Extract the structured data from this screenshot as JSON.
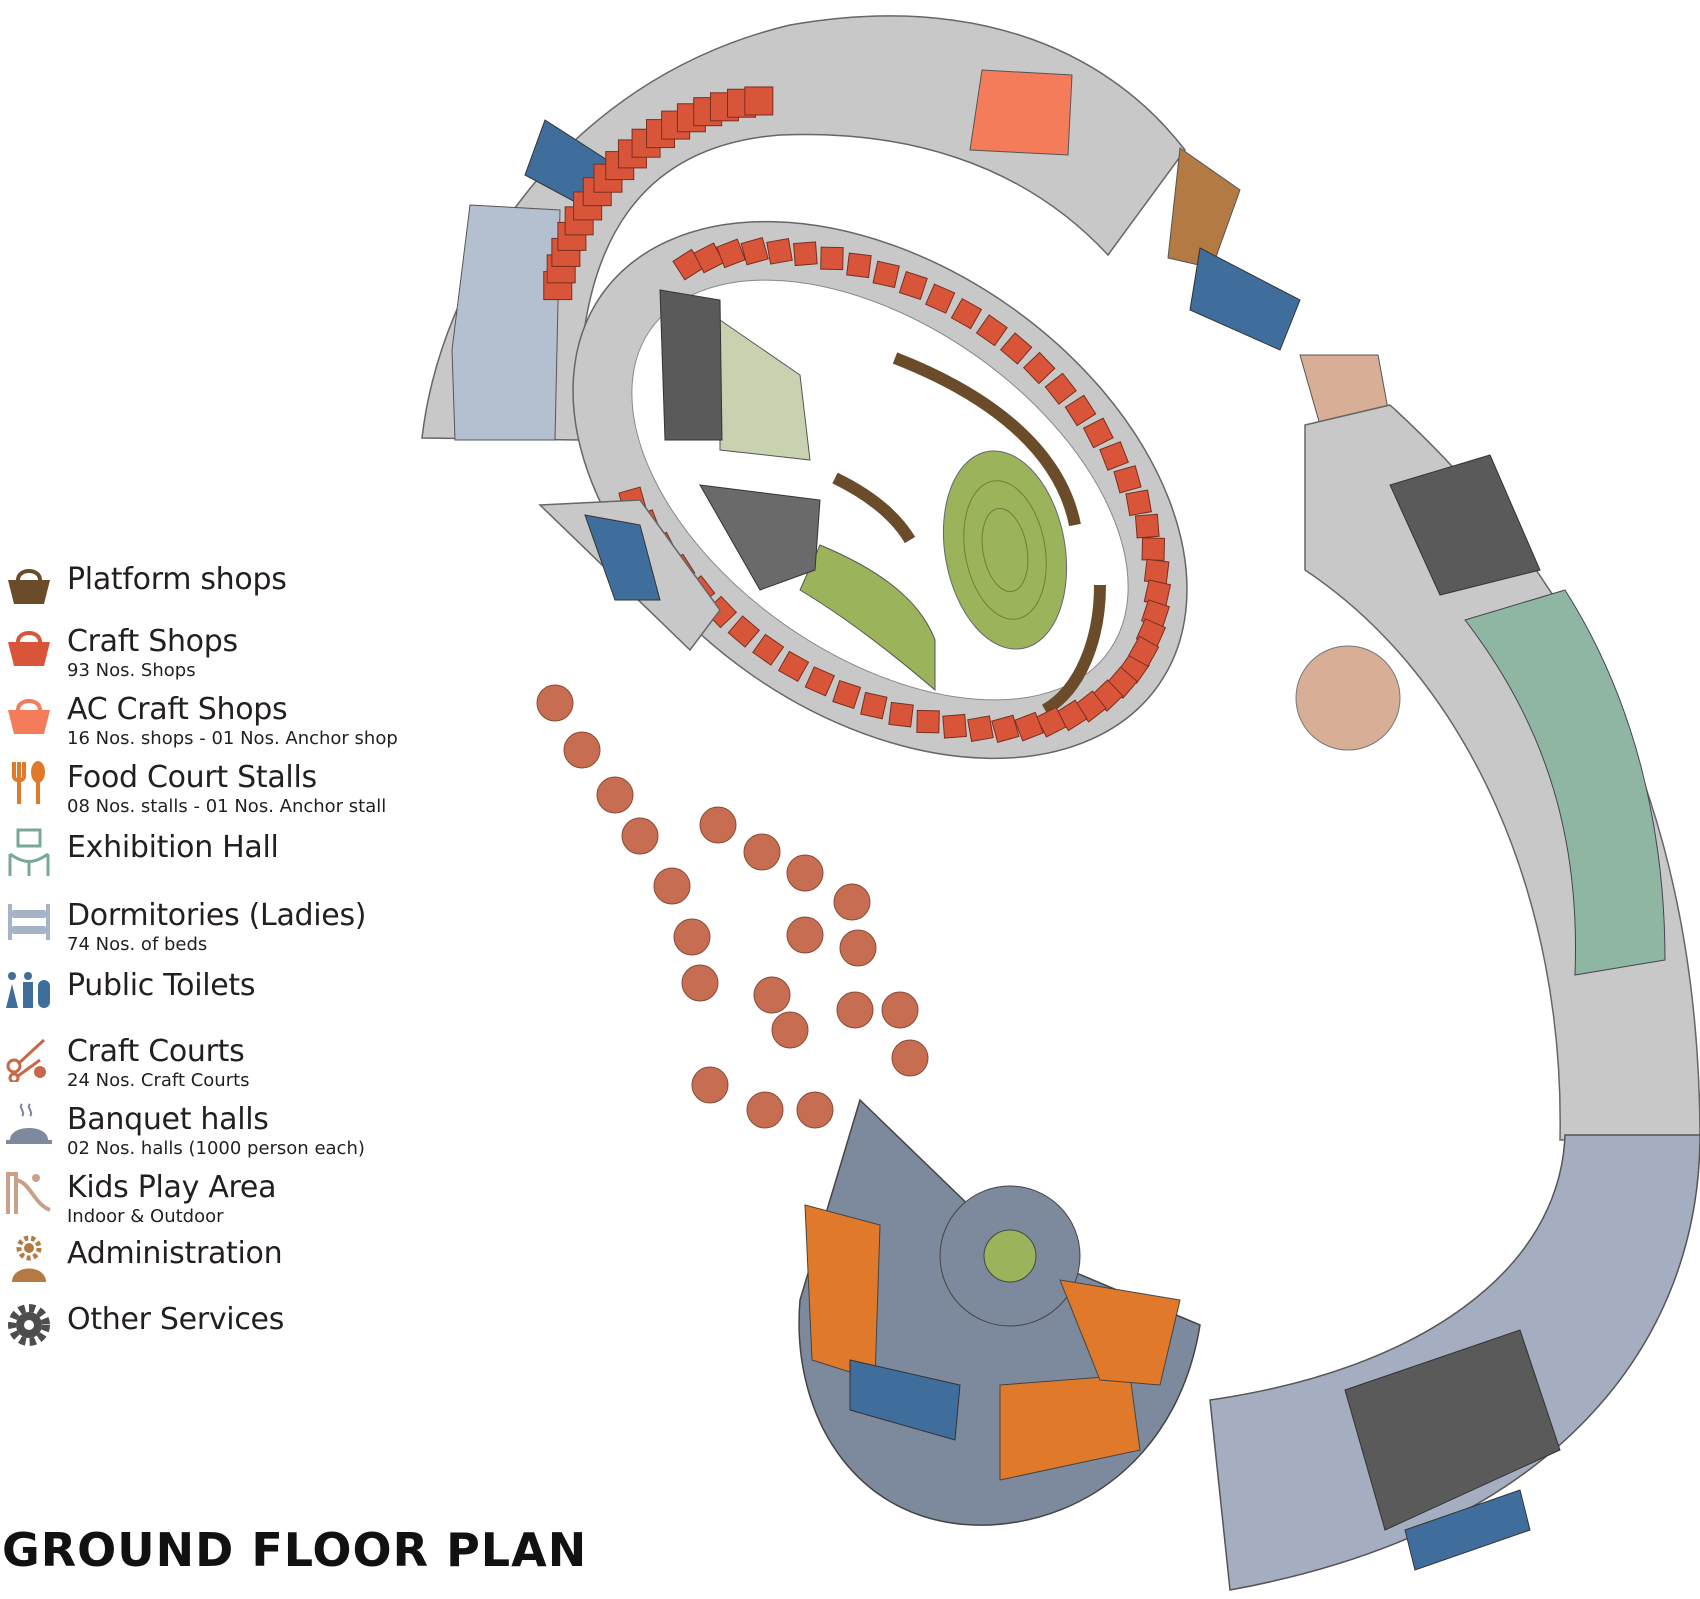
{
  "title": "GROUND FLOOR PLAN",
  "legend": [
    {
      "icon": "shopping-basket-icon",
      "title": "Platform shops",
      "subtitle": "",
      "color": "#6b4c2a"
    },
    {
      "icon": "shopping-basket-icon",
      "title": "Craft Shops",
      "subtitle": "93 Nos. Shops",
      "color": "#d9553a"
    },
    {
      "icon": "shopping-basket-icon",
      "title": "AC Craft Shops",
      "subtitle": "16 Nos. shops - 01 Nos. Anchor shop",
      "color": "#f47c5a"
    },
    {
      "icon": "fork-spoon-icon",
      "title": "Food Court Stalls",
      "subtitle": "08 Nos. stalls - 01 Nos. Anchor stall",
      "color": "#e07a2a"
    },
    {
      "icon": "exhibition-frame-icon",
      "title": "Exhibition Hall",
      "subtitle": "",
      "color": "#7aa896"
    },
    {
      "icon": "bunk-bed-icon",
      "title": "Dormitories (Ladies)",
      "subtitle": "74 Nos. of beds",
      "color": "#a6b4c8"
    },
    {
      "icon": "toilet-people-icon",
      "title": "Public Toilets",
      "subtitle": "",
      "color": "#3f6e9c"
    },
    {
      "icon": "craft-tools-icon",
      "title": "Craft Courts",
      "subtitle": "24 Nos. Craft Courts",
      "color": "#c8684a"
    },
    {
      "icon": "cloche-icon",
      "title": "Banquet halls",
      "subtitle": "02 Nos. halls (1000 person each)",
      "color": "#7d8a9e"
    },
    {
      "icon": "slide-icon",
      "title": "Kids Play Area",
      "subtitle": "Indoor & Outdoor",
      "color": "#c9a08a"
    },
    {
      "icon": "administrator-icon",
      "title": "Administration",
      "subtitle": "",
      "color": "#b47a44"
    },
    {
      "icon": "gear-icon",
      "title": "Other Services",
      "subtitle": "",
      "color": "#4d4d4d"
    }
  ],
  "colors": {
    "corridor": "#c8c8c8",
    "craft_shop": "#d9553a",
    "ac_craft_shop": "#f47c5a",
    "platform": "#6b4c2a",
    "lawn": "#9bb35a",
    "exhibition": "#8fb5a3",
    "kids": "#d8ae96",
    "banquet": "#a4aec0",
    "food": "#e07a2a",
    "toilet": "#3f6e9c",
    "services": "#5a5a5a",
    "craft_court": "#c76e52",
    "admin": "#b47a44",
    "dormitory": "#b4c0d0"
  }
}
